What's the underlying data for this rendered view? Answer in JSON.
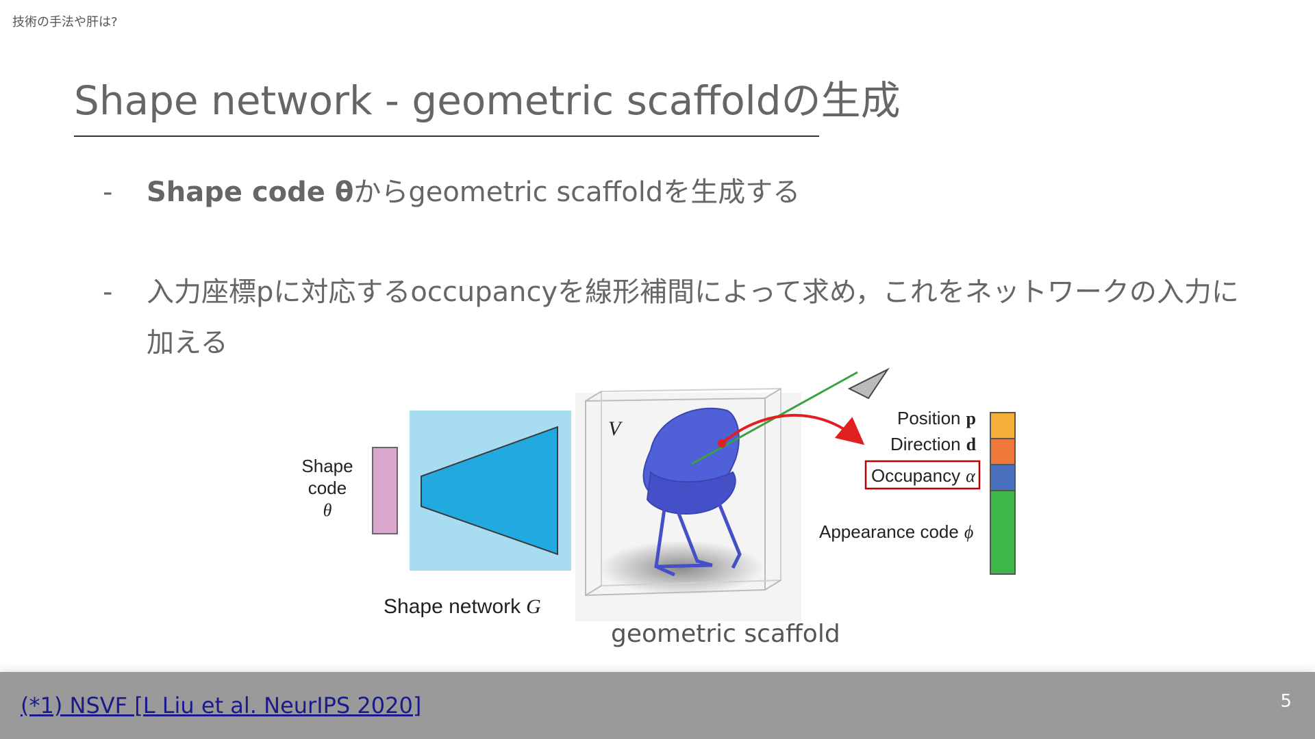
{
  "header": {
    "section_label": "技術の手法や肝は?",
    "title": "Shape network  -  geometric scaffoldの生成"
  },
  "bullets": [
    {
      "dash": "-",
      "bold": "Shape code θ",
      "rest": "からgeometric scaffoldを生成する"
    },
    {
      "dash": "-",
      "text": "入力座標pに対応するoccupancyを線形補間によって求め，これをネットワークの入力に加える"
    }
  ],
  "figure": {
    "shape_code_line1": "Shape",
    "shape_code_line2": "code",
    "theta": "θ",
    "volume_label": "V",
    "network_label": "Shape network",
    "network_symbol": "G",
    "labels": {
      "position": "Position",
      "position_symbol": "p",
      "direction": "Direction",
      "direction_symbol": "d",
      "occupancy": "Occupancy",
      "occupancy_symbol": "α",
      "appearance": "Appearance code",
      "appearance_symbol": "ϕ"
    },
    "colors": {
      "shape_code": "#d9a8cc",
      "network_bg": "#a8dcf0",
      "network_trapezoid": "#22a9e0",
      "chair": "#5060d8",
      "position": "#f5b03c",
      "direction": "#f07838",
      "occupancy": "#4a70c0",
      "appearance": "#3cb84a",
      "arrow": "#e02020",
      "ray": "#3aa040",
      "highlight_box": "#c00000"
    },
    "caption": "geometric scaffold"
  },
  "footer": {
    "reference": "(*1) NSVF [L Liu et al. NeurIPS 2020]",
    "page_number": "5"
  }
}
